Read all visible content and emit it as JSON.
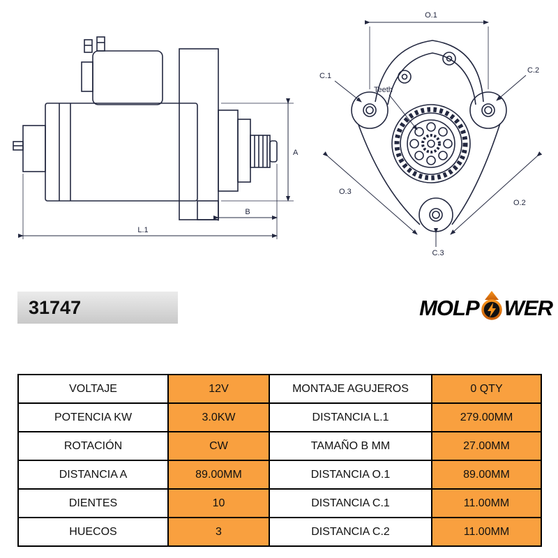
{
  "theme": {
    "accent": "#F9A03F",
    "line": "#232840",
    "table-border": "#000000"
  },
  "part": {
    "number": "31747"
  },
  "brand": {
    "full_name": "MOLPOWER",
    "part1": "MOLP",
    "part2": "WER"
  },
  "diagrams": {
    "side_view": {
      "dims": {
        "a": "A",
        "b": "B",
        "l1": "L.1"
      }
    },
    "front_view": {
      "dims": {
        "o1": "O.1",
        "c1": "C.1",
        "c2": "C.2",
        "c3": "C.3",
        "o2": "O.2",
        "o3": "O.3",
        "teeth": "Teeth"
      }
    }
  },
  "table": {
    "rows": [
      [
        "VOLTAJE",
        "12V",
        "MONTAJE AGUJEROS",
        "0 QTY"
      ],
      [
        "POTENCIA KW",
        "3.0KW",
        "DISTANCIA L.1",
        "279.00MM"
      ],
      [
        "ROTACIÓN",
        "CW",
        "TAMAÑO B MM",
        "27.00MM"
      ],
      [
        "DISTANCIA A",
        "89.00MM",
        "DISTANCIA O.1",
        "89.00MM"
      ],
      [
        "DIENTES",
        "10",
        "DISTANCIA C.1",
        "11.00MM"
      ],
      [
        "HUECOS",
        "3",
        "DISTANCIA C.2",
        "11.00MM"
      ]
    ]
  }
}
